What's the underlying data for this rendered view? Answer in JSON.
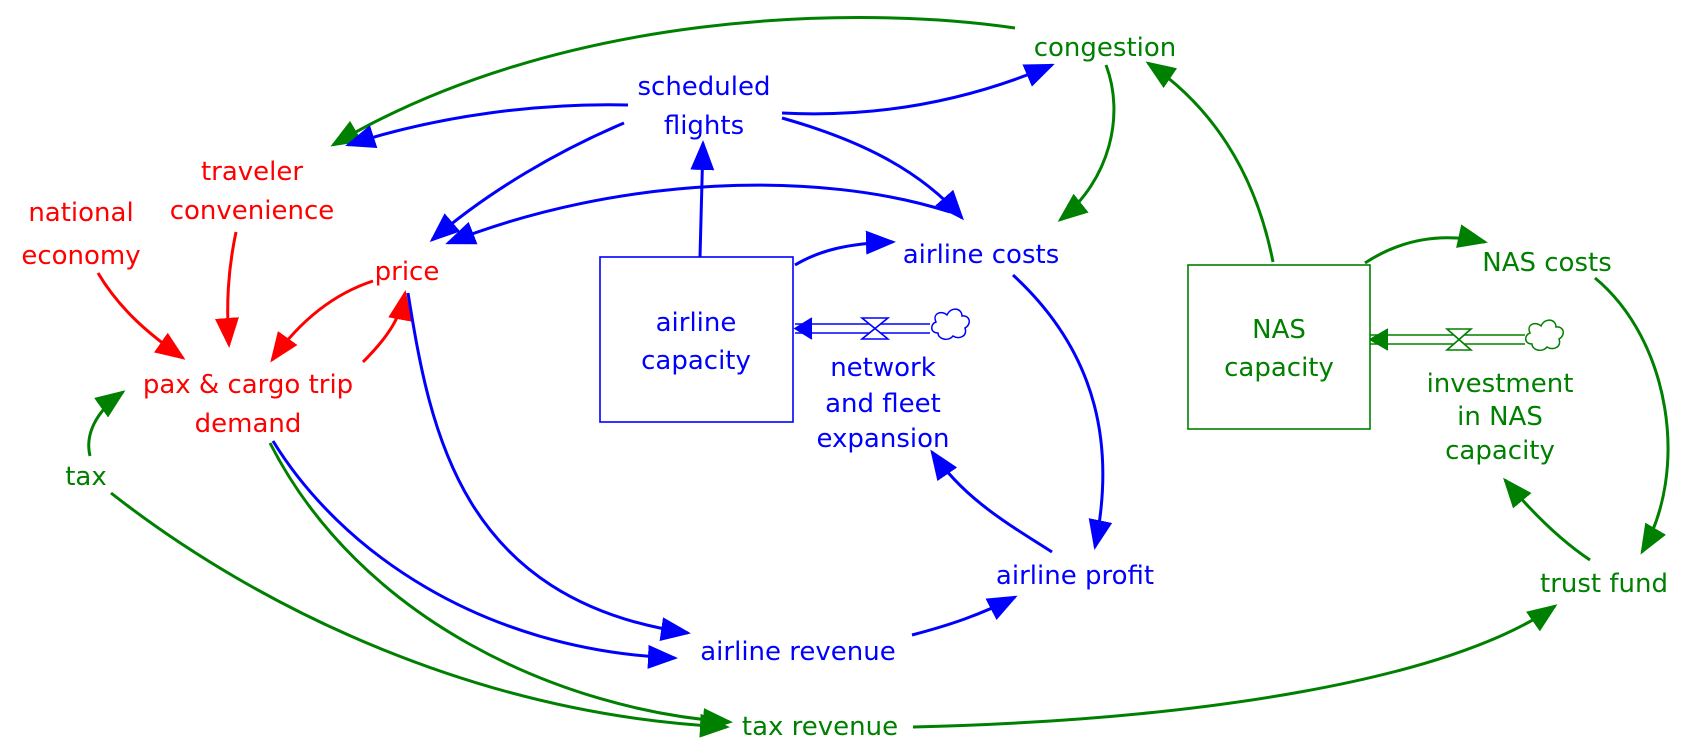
{
  "colors": {
    "red": "#ff0000",
    "blue": "#0000ff",
    "green": "#008000"
  },
  "variables": {
    "national_economy": [
      "national",
      "economy"
    ],
    "traveler_convenience": [
      "traveler",
      "convenience"
    ],
    "scheduled_flights": [
      "scheduled",
      "flights"
    ],
    "congestion": "congestion",
    "price": "price",
    "airline_costs": "airline costs",
    "nas_costs": "NAS costs",
    "pax_cargo_demand": [
      "pax & cargo trip",
      "demand"
    ],
    "tax": "tax",
    "network_fleet_expansion": [
      "network",
      "and fleet",
      "expansion"
    ],
    "investment_nas": [
      "investment",
      "in NAS",
      "capacity"
    ],
    "airline_profit": "airline profit",
    "trust_fund": "trust fund",
    "airline_revenue": "airline revenue",
    "tax_revenue": "tax revenue"
  },
  "stocks": {
    "airline_capacity": [
      "airline",
      "capacity"
    ],
    "nas_capacity": [
      "NAS",
      "capacity"
    ]
  },
  "flows": [
    {
      "name": "network and fleet expansion",
      "into": "airline capacity",
      "from": "cloud-source"
    },
    {
      "name": "investment in NAS capacity",
      "into": "NAS capacity",
      "from": "cloud-source"
    }
  ],
  "links": [
    {
      "from": "congestion",
      "to": "traveler convenience",
      "color": "green"
    },
    {
      "from": "scheduled flights",
      "to": "traveler convenience",
      "color": "blue"
    },
    {
      "from": "scheduled flights",
      "to": "congestion",
      "color": "blue"
    },
    {
      "from": "scheduled flights",
      "to": "price",
      "color": "blue"
    },
    {
      "from": "scheduled flights",
      "to": "airline costs",
      "color": "blue"
    },
    {
      "from": "airline costs",
      "to": "price",
      "color": "blue"
    },
    {
      "from": "airline capacity",
      "to": "scheduled flights",
      "color": "blue"
    },
    {
      "from": "airline capacity",
      "to": "airline costs",
      "color": "blue"
    },
    {
      "from": "congestion",
      "to": "airline costs",
      "color": "green"
    },
    {
      "from": "NAS capacity",
      "to": "congestion",
      "color": "green"
    },
    {
      "from": "NAS capacity",
      "to": "NAS costs",
      "color": "green"
    },
    {
      "from": "NAS costs",
      "to": "trust fund",
      "color": "green"
    },
    {
      "from": "trust fund",
      "to": "investment in NAS capacity",
      "color": "green"
    },
    {
      "from": "national economy",
      "to": "pax & cargo trip demand",
      "color": "red"
    },
    {
      "from": "traveler convenience",
      "to": "pax & cargo trip demand",
      "color": "red"
    },
    {
      "from": "price",
      "to": "pax & cargo trip demand",
      "color": "red"
    },
    {
      "from": "pax & cargo trip demand",
      "to": "price",
      "color": "red"
    },
    {
      "from": "tax",
      "to": "pax & cargo trip demand",
      "color": "green"
    },
    {
      "from": "price",
      "to": "airline revenue",
      "color": "blue"
    },
    {
      "from": "pax & cargo trip demand",
      "to": "airline revenue",
      "color": "blue"
    },
    {
      "from": "airline revenue",
      "to": "airline profit",
      "color": "blue"
    },
    {
      "from": "airline costs",
      "to": "airline profit",
      "color": "blue"
    },
    {
      "from": "airline profit",
      "to": "network and fleet expansion",
      "color": "blue"
    },
    {
      "from": "tax",
      "to": "tax revenue",
      "color": "green"
    },
    {
      "from": "pax & cargo trip demand",
      "to": "tax revenue",
      "color": "green"
    },
    {
      "from": "tax revenue",
      "to": "trust fund",
      "color": "green"
    }
  ]
}
